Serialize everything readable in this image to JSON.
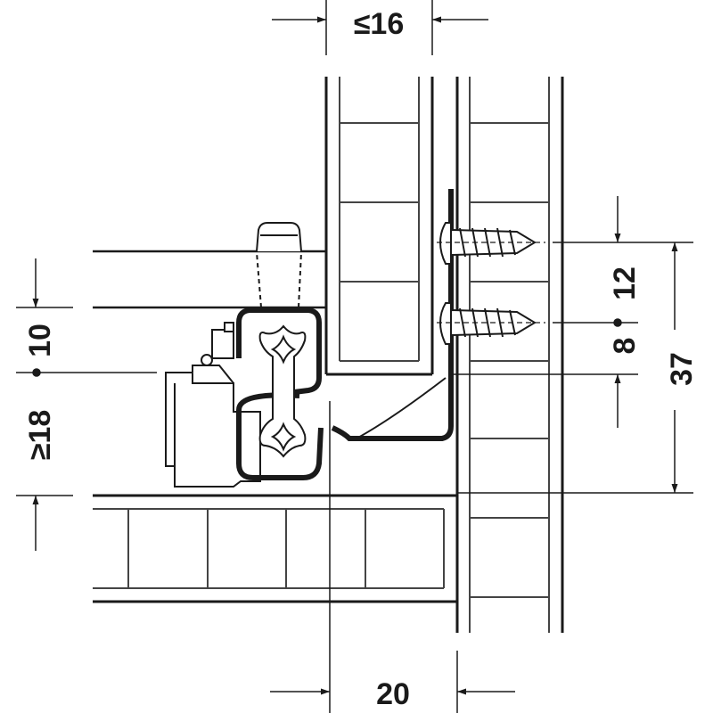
{
  "diagram": {
    "type": "technical-drawing",
    "subject": "drawer runner installation cross-section",
    "colors": {
      "line": "#1a1a1a",
      "thin_line": "#333333",
      "background": "#ffffff"
    }
  },
  "dimensions": {
    "top_width": "≤16",
    "bottom_width": "20",
    "left_total": "≥18",
    "left_offset": "10",
    "right_screw_offset_a": "12",
    "right_screw_offset_b": "8",
    "right_total": "37"
  },
  "parts": {
    "screws": [
      {
        "label": "screw-upper"
      },
      {
        "label": "screw-lower"
      }
    ],
    "runner_profile": "drawer-runner-profile",
    "locking_device": "front-locking-device",
    "drawer_side": "drawer-side-panel",
    "cabinet_side": "cabinet-side-panel",
    "drawer_bottom": "drawer-bottom-panel"
  }
}
